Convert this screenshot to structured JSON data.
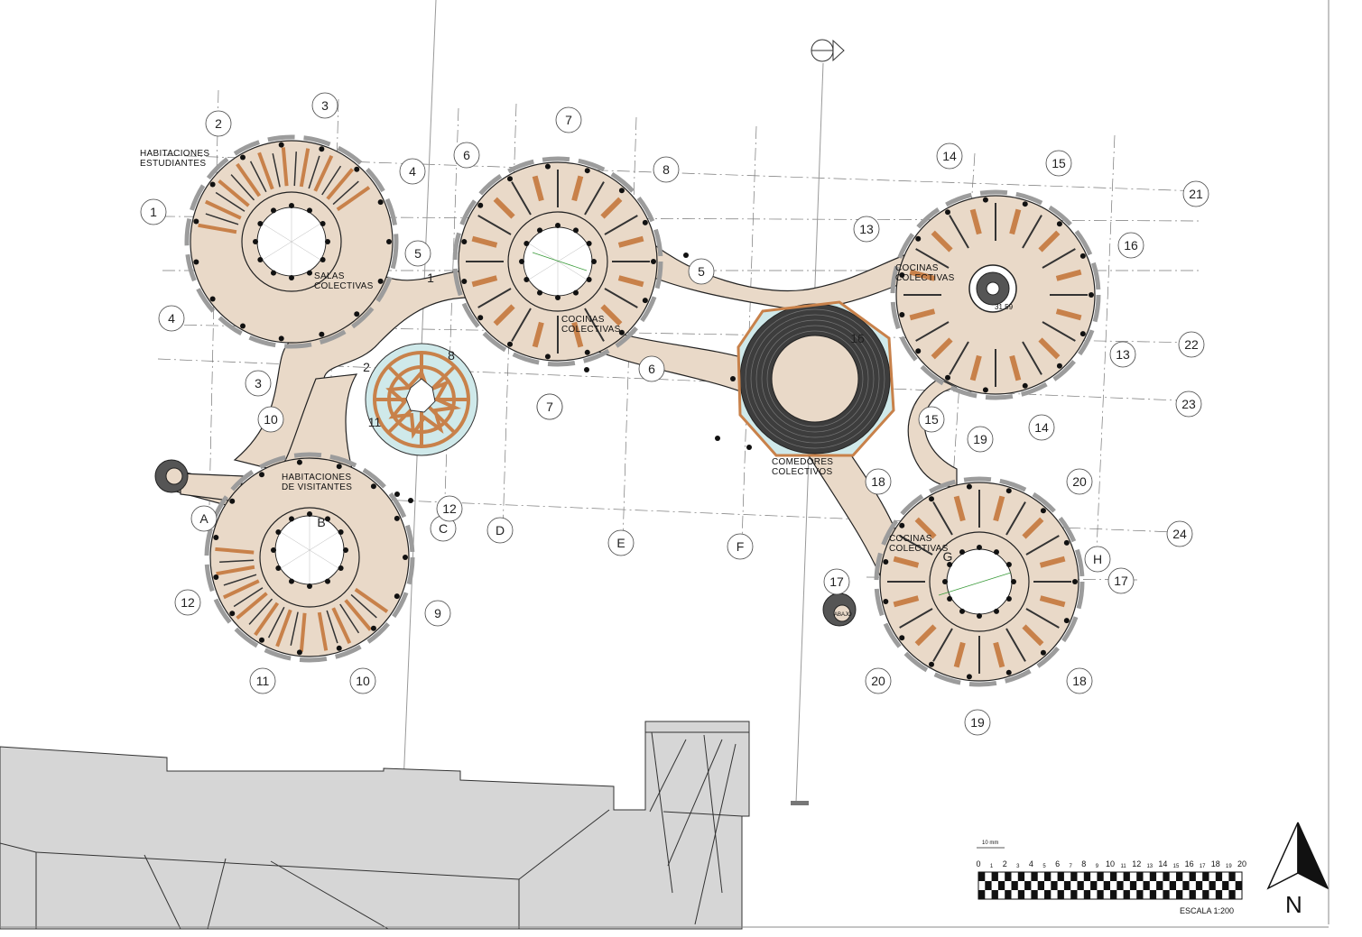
{
  "rooms": {
    "habitaciones_estudiantes": [
      "HABITACIONES",
      "ESTUDIANTES"
    ],
    "salas_colectivas": [
      "SALAS",
      "COLECTIVAS"
    ],
    "cocinas_1": [
      "COCINAS",
      "COLECTIVAS"
    ],
    "cocinas_2": [
      "COCINAS",
      "COLECTIVAS"
    ],
    "cocinas_3": [
      "COCINAS",
      "COLECTIVAS"
    ],
    "comedores": [
      "COMEDORES",
      "COLECTIVOS"
    ],
    "habitaciones_visitantes": [
      "HABITACIONES",
      "DE VISITANTES"
    ]
  },
  "grid_bubbles": [
    "2",
    "3",
    "4",
    "1",
    "4",
    "3",
    "5",
    "1",
    "2",
    "8",
    "11",
    "10",
    "6",
    "7",
    "8",
    "7",
    "5",
    "6",
    "7",
    "13",
    "14",
    "15",
    "16",
    "21",
    "22",
    "13",
    "14",
    "15",
    "23",
    "16",
    "19",
    "18",
    "20",
    "24",
    "H",
    "17",
    "17",
    "G",
    "20",
    "18",
    "19",
    "A",
    "B",
    "C",
    "D",
    "E",
    "F",
    "12",
    "9",
    "12",
    "11",
    "10"
  ],
  "dimension": "31.59",
  "abajo": "ABAJO",
  "scale": {
    "ticks": [
      "0",
      "1",
      "2",
      "3",
      "4",
      "5",
      "6",
      "7",
      "8",
      "9",
      "10",
      "11",
      "12",
      "13",
      "14",
      "15",
      "16",
      "17",
      "18",
      "19",
      "20"
    ],
    "unit": "10 mm",
    "caption": "ESCALA 1:200"
  },
  "north": "N",
  "colors": {
    "floor": "#e9d9c8",
    "court": "#ffffff",
    "wood": "#c8814a",
    "glass": "#cfe9ea",
    "column": "#111111",
    "massing": "#d6d6d6"
  }
}
